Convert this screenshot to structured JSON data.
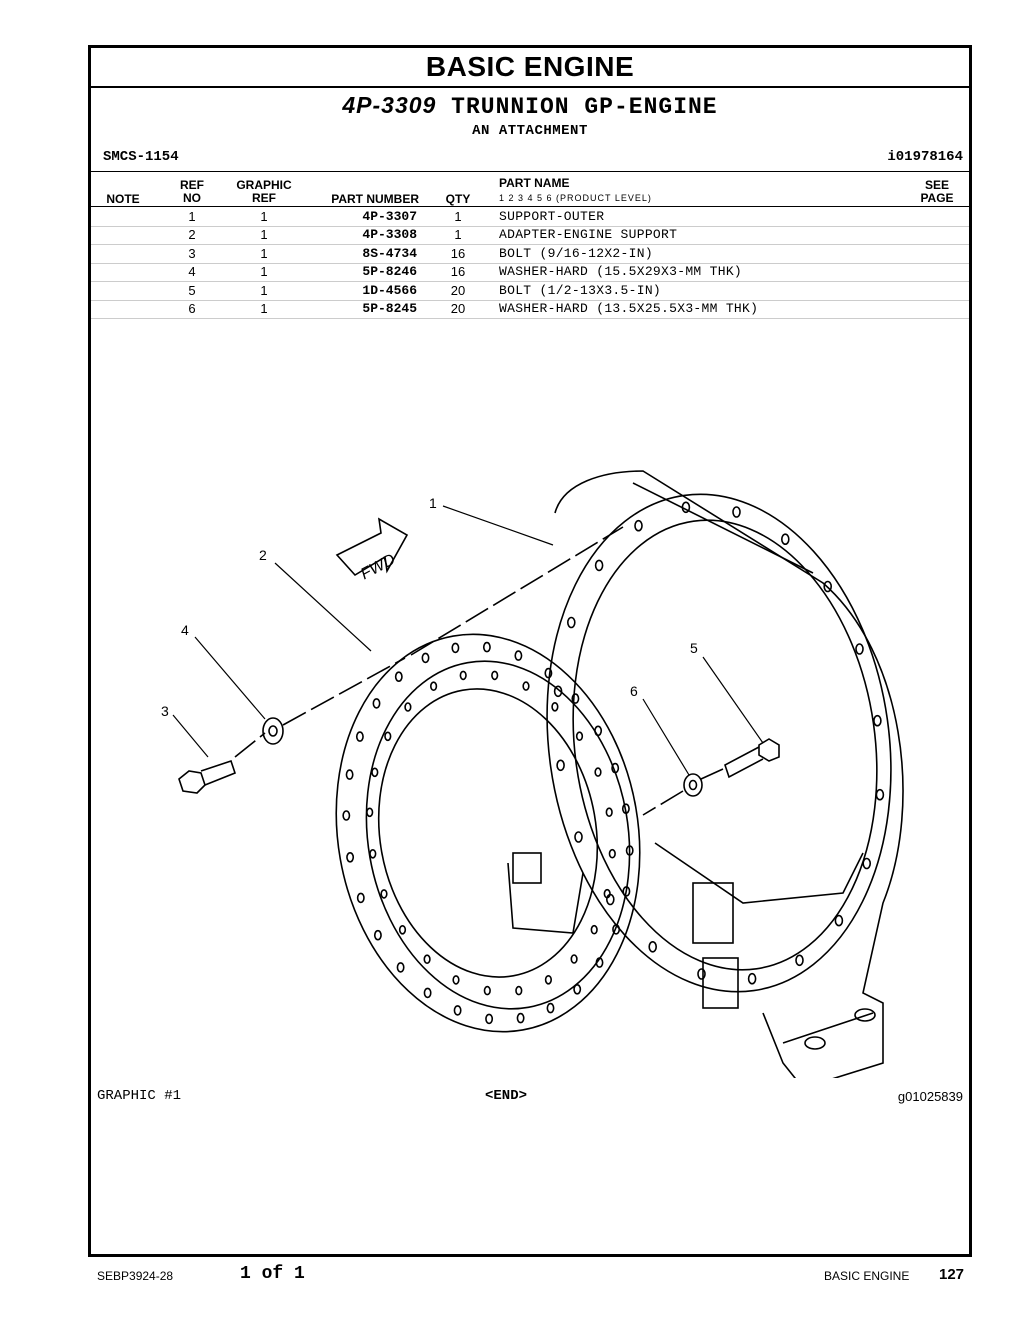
{
  "section_title": "BASIC ENGINE",
  "group": {
    "part_number": "4P-3309",
    "name": "TRUNNION GP-ENGINE",
    "attachment": "AN ATTACHMENT"
  },
  "smcs": "SMCS-1154",
  "illustration_id": "i01978164",
  "table_headers": {
    "note": "NOTE",
    "ref_top": "REF",
    "ref_bottom": "NO",
    "graphic_top": "GRAPHIC",
    "graphic_bottom": "REF",
    "part_number": "PART NUMBER",
    "qty": "QTY",
    "part_name": "PART NAME",
    "product_levels": "1   2   3   4   5   6   (PRODUCT LEVEL)",
    "see_top": "SEE",
    "see_bottom": "PAGE"
  },
  "parts": [
    {
      "ref": "1",
      "graphic_ref": "1",
      "part_number": "4P-3307",
      "qty": "1",
      "name": "SUPPORT-OUTER"
    },
    {
      "ref": "2",
      "graphic_ref": "1",
      "part_number": "4P-3308",
      "qty": "1",
      "name": "ADAPTER-ENGINE SUPPORT"
    },
    {
      "ref": "3",
      "graphic_ref": "1",
      "part_number": "8S-4734",
      "qty": "16",
      "name": "BOLT (9/16-12X2-IN)"
    },
    {
      "ref": "4",
      "graphic_ref": "1",
      "part_number": "5P-8246",
      "qty": "16",
      "name": "WASHER-HARD (15.5X29X3-MM THK)"
    },
    {
      "ref": "5",
      "graphic_ref": "1",
      "part_number": "1D-4566",
      "qty": "20",
      "name": "BOLT (1/2-13X3.5-IN)"
    },
    {
      "ref": "6",
      "graphic_ref": "1",
      "part_number": "5P-8245",
      "qty": "20",
      "name": "WASHER-HARD (13.5X25.5X3-MM THK)"
    }
  ],
  "figure": {
    "callouts": [
      "1",
      "2",
      "3",
      "4",
      "5",
      "6"
    ],
    "fwd_label": "FWD"
  },
  "graphic_label": "GRAPHIC #1",
  "end_marker": "<END>",
  "graphic_id": "g01025839",
  "footer": {
    "doc_number": "SEBP3924-28",
    "page_of": "1 of 1",
    "section": "BASIC ENGINE",
    "page_number": "127"
  }
}
